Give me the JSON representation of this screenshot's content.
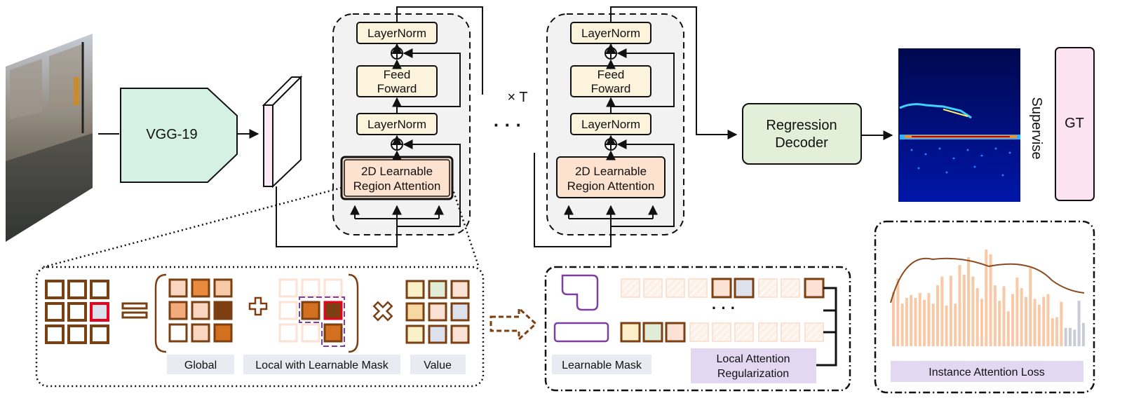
{
  "backbone": {
    "label": "VGG-19"
  },
  "encoder_block": {
    "layernorm_top": "LayerNorm",
    "feed_forward": [
      "Feed",
      "Foward"
    ],
    "layernorm_bottom": "LayerNorm",
    "attention": [
      "2D Learnable",
      "Region Attention"
    ]
  },
  "repeat": {
    "times": "× T",
    "ellipsis": "· · ·"
  },
  "decoder": {
    "label": [
      "Regression",
      "Decoder"
    ]
  },
  "supervise": "Supervise",
  "gt": "GT",
  "attention_detail": {
    "global_label": "Global",
    "local_label": "Local with Learnable Mask",
    "value_label": "Value"
  },
  "mask_panel": {
    "mask_label": "Learnable Mask",
    "ellipsis": "· · ·",
    "regularization_label": [
      "Local Attention",
      "Regularization"
    ]
  },
  "loss_panel": {
    "label": "Instance Attention Loss",
    "histogram": [
      0.56,
      0.7,
      0.44,
      0.5,
      0.53,
      0.5,
      0.55,
      0.48,
      0.55,
      0.44,
      0.63,
      0.72,
      0.42,
      0.73,
      0.44,
      0.84,
      0.74,
      0.92,
      0.72,
      0.6,
      0.49,
      1.0,
      0.95,
      0.63,
      0.47,
      0.62,
      0.36,
      0.54,
      0.71,
      0.6,
      0.51,
      0.81,
      0.49,
      0.43,
      0.51,
      0.54,
      0.29,
      0.3,
      0.46,
      0.19,
      0.19,
      0.17,
      0.47,
      0.24
    ],
    "colors": {
      "bar": "#f8c9a6",
      "bar_tail": "#c9ccd6",
      "curve": "#8b4a1f"
    }
  },
  "colors": {
    "vgg_fill": "#d5f0e4",
    "attention_fill": "#fde2d0",
    "norm_fill": "#fcf3dc",
    "decoder_fill": "#e2f0d9",
    "gt_fill": "#fbe3f2",
    "brown": "#7b3f12",
    "mask_purple": "#7a3fa0",
    "label_bg": "#e8ebf2",
    "reg_bg": "#e4d7f2"
  }
}
